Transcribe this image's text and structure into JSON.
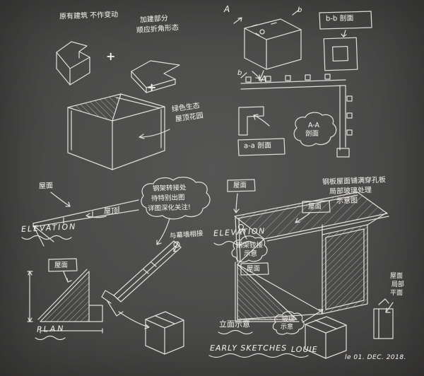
{
  "palette": {
    "background": "#4b4b4b",
    "ink": "#e9e8e4"
  },
  "top_left": {
    "note_original": "原有建筑 不作变动",
    "note_addition_line1": "加建部分",
    "note_addition_line2": "顺应折角形态",
    "plus_1": "+",
    "plus_2": "+",
    "note_green_line1": "绿色生态",
    "note_green_line2": "屋顶花园"
  },
  "top_right": {
    "marker_a_top": "A",
    "marker_b_top": "b",
    "marker_a_bottom": "A",
    "marker_b_bottom": "b",
    "label_section_bb": "b-b 剖面",
    "cloud_section_aa_line1": "A-A",
    "cloud_section_aa_line2": "剖面",
    "label_section_aa": "a-a 剖面"
  },
  "bottom_left": {
    "label_roof_top": "屋面",
    "label_roof_mid": "屋顶",
    "elevation_label": "ELEVATION",
    "cloud_line1": "钢架转接处",
    "cloud_line2": "待特别出图",
    "cloud_line3": "详图深化关注!",
    "note_curtain": "与幕墙相接",
    "label_roof_box": "屋面",
    "plan_label": "PLAN"
  },
  "bottom_right": {
    "label_roof_left": "屋面",
    "label_roof_mid": "屋面",
    "label_roof_box": "屋面",
    "elevation_label": "ELEVATION",
    "cloud_hinge_line1": "钢架铰接",
    "cloud_hinge_line2": "示意",
    "note_panel_line1": "钢板屋面铺满穿孔板",
    "note_panel_line2": "局部玻璃处理",
    "note_panel_line3": "示意图",
    "label_facade": "立面示意",
    "cloud_glass_line1": "玻璃",
    "cloud_glass_line2": "示意",
    "label_partial_line1": "屋面",
    "label_partial_line2": "局部",
    "label_partial_line3": "平面"
  },
  "footer": {
    "title": "EARLY SKETCHES",
    "author": "LOUIE",
    "date": "le 01. DEC. 2018."
  }
}
